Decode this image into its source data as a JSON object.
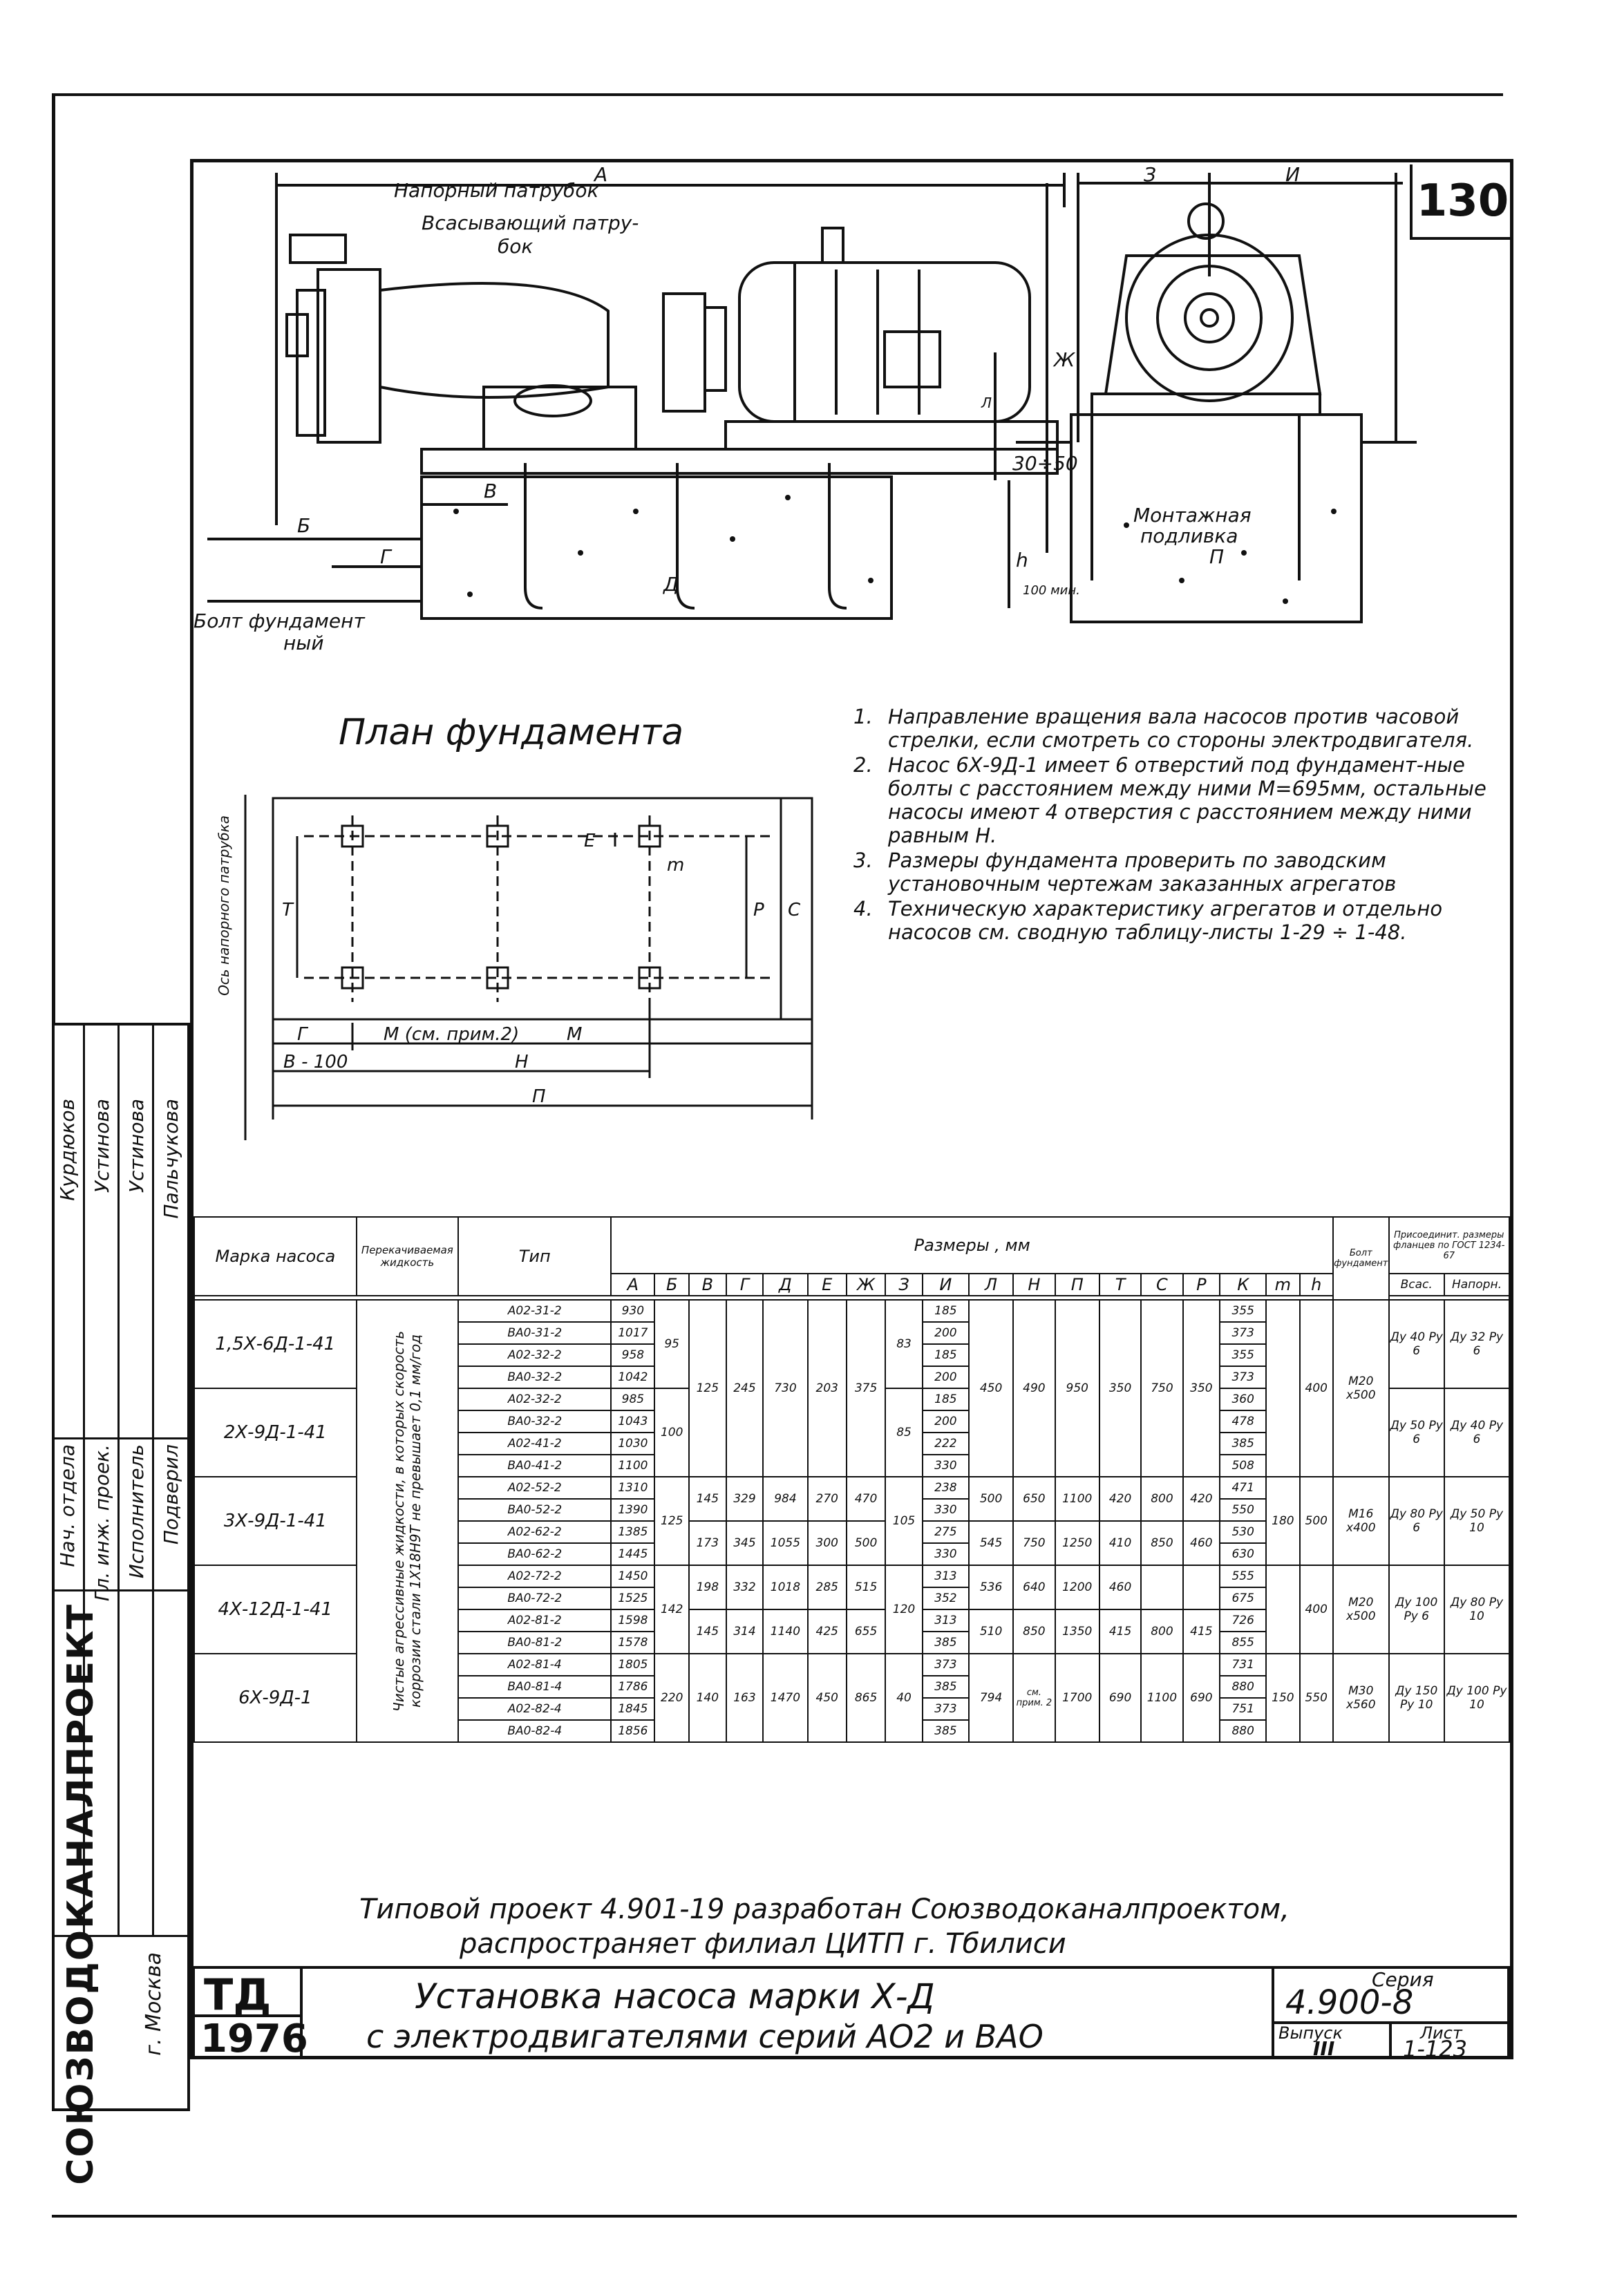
{
  "sheet_number": "130",
  "drawing": {
    "label_pressure_nozzle": "Напорный патрубок",
    "label_suction_nozzle_1": "Всасывающий патру-",
    "label_suction_nozzle_2": "бок",
    "label_foundation_bolt_1": "Болт фундамент",
    "label_foundation_bolt_2": "ный",
    "label_grout_1": "Монтажная",
    "label_grout_2": "подливка",
    "dim_A": "А",
    "dim_B": "Б",
    "dim_V": "В",
    "dim_G": "Г",
    "dim_D": "Д",
    "dim_Zh": "Ж",
    "dim_Z": "З",
    "dim_I": "И",
    "dim_L": "Л",
    "dim_P": "П",
    "dim_h": "h",
    "dim_30_50": "30÷50",
    "dim_100min": "100 мин."
  },
  "plan": {
    "title": "План фундамента",
    "axis_label": "Ось напорного патрубка",
    "dim_G": "Г",
    "dim_M_note": "М (см. прим.2)",
    "dim_M": "М",
    "dim_V100": "В - 100",
    "dim_N": "Н",
    "dim_P": "П",
    "dim_T": "Т",
    "dim_R": "Р",
    "dim_S": "С",
    "dim_E": "Е",
    "dim_m": "m"
  },
  "notes": [
    {
      "num": "1.",
      "text": "Направление вращения вала насосов против часовой стрелки, если смотреть со стороны электродвигателя."
    },
    {
      "num": "2.",
      "text": "Насос 6Х-9Д-1 имеет 6 отверстий под фундамент-ные болты с расстоянием между ними М=695мм, остальные насосы имеют 4 отверстия с расстоянием между ними равным Н."
    },
    {
      "num": "3.",
      "text": "Размеры фундамента проверить по заводским установочным чертежам заказанных агрегатов"
    },
    {
      "num": "4.",
      "text": "Техническую характеристику агрегатов и отдельно насосов см. сводную таблицу-листы 1-29 ÷ 1-48."
    }
  ],
  "signatures": {
    "roles": [
      "Нач. отдела",
      "Гл. инж. проек.",
      "Исполнитель",
      "Подверил"
    ],
    "names": [
      "Курдюков",
      "Устинова",
      "Устинова",
      "Пальчукова"
    ],
    "org": "СОЮЗВОДОКАНАЛПРОЕКТ",
    "city": "г. Москва"
  },
  "table": {
    "col_brand": "Марка насоса",
    "col_liquid": "Перекачиваемая жидкость",
    "col_type": "Тип",
    "col_sizes": "Размеры , мм",
    "col_bolt": "Болт фундамент",
    "col_flanges": "Присоединит. размеры фланцев по ГОСТ 1234-67",
    "col_suction": "Всас.",
    "col_pressure": "Напорн.",
    "dims": [
      "А",
      "Б",
      "В",
      "Г",
      "Д",
      "Е",
      "Ж",
      "З",
      "И",
      "Л",
      "Н",
      "П",
      "Т",
      "С",
      "Р",
      "К",
      "m",
      "h"
    ],
    "liquid_text": "Чистые агрессивные жидкости, в которых скорость коррозии стали 1Х18Н9Т не превышает 0,1 мм/год",
    "groups": [
      {
        "brand": "1,5Х-6Д-1-41",
        "rows": [
          {
            "type": "А02-31-2",
            "A": "930",
            "K": "355"
          },
          {
            "type": "ВА0-31-2",
            "A": "1017",
            "K": "373"
          },
          {
            "type": "А02-32-2",
            "A": "958",
            "K": "355"
          },
          {
            "type": "ВА0-32-2",
            "A": "1042",
            "K": "373"
          }
        ]
      },
      {
        "brand": "2Х-9Д-1-41",
        "rows": [
          {
            "type": "А02-32-2",
            "A": "985",
            "K": "360"
          },
          {
            "type": "ВА0-32-2",
            "A": "1043",
            "K": "478"
          },
          {
            "type": "А02-41-2",
            "A": "1030",
            "K": "385"
          },
          {
            "type": "ВА0-41-2",
            "A": "1100",
            "K": "508"
          }
        ]
      },
      {
        "brand": "3Х-9Д-1-41",
        "rows": [
          {
            "type": "А02-52-2",
            "A": "1310",
            "K": "471"
          },
          {
            "type": "ВА0-52-2",
            "A": "1390",
            "K": "550"
          },
          {
            "type": "А02-62-2",
            "A": "1385",
            "K": "530"
          },
          {
            "type": "ВА0-62-2",
            "A": "1445",
            "K": "630"
          }
        ]
      },
      {
        "brand": "4Х-12Д-1-41",
        "rows": [
          {
            "type": "А02-72-2",
            "A": "1450",
            "K": "555"
          },
          {
            "type": "ВА0-72-2",
            "A": "1525",
            "K": "675"
          },
          {
            "type": "А02-81-2",
            "A": "1598",
            "K": "726"
          },
          {
            "type": "ВА0-81-2",
            "A": "1578",
            "K": "855"
          }
        ]
      },
      {
        "brand": "6Х-9Д-1",
        "rows": [
          {
            "type": "А02-81-4",
            "A": "1805",
            "K": "731"
          },
          {
            "type": "ВА0-81-4",
            "A": "1786",
            "K": "880"
          },
          {
            "type": "А02-82-4",
            "A": "1845",
            "K": "751"
          },
          {
            "type": "ВА0-82-4",
            "A": "1856",
            "K": "880"
          }
        ]
      }
    ],
    "I_vals": [
      "185",
      "200",
      "185",
      "200",
      "185",
      "200",
      "222",
      "330",
      "238",
      "330",
      "275",
      "330",
      "313",
      "352",
      "313",
      "385",
      "373",
      "385",
      "373",
      "385"
    ],
    "B_vals": [
      "95",
      "100",
      "125",
      "142",
      "220"
    ],
    "Z_vals": [
      "83",
      "85",
      "105",
      "120",
      "40"
    ],
    "row_vals": {
      "g12": {
        "V": "125",
        "G": "245",
        "D": "730",
        "E": "203",
        "Zh": "375",
        "L": "450",
        "N": "490",
        "P": "950",
        "T": "350",
        "S": "750",
        "R": "350"
      },
      "g3a": {
        "V": "145",
        "G": "329",
        "D": "984",
        "E": "270",
        "Zh": "470",
        "L": "500",
        "N": "650",
        "P": "1100",
        "T": "420",
        "S": "800",
        "R": "420"
      },
      "g3b": {
        "V": "173",
        "G": "345",
        "D": "1055",
        "E": "300",
        "Zh": "500",
        "L": "545",
        "N": "750",
        "P": "1250",
        "T": "410",
        "S": "850",
        "R": "460"
      },
      "g4a": {
        "V": "198",
        "G": "332",
        "D": "1018",
        "E": "285",
        "Zh": "515",
        "L": "536",
        "N": "640",
        "P": "1200",
        "T": "460"
      },
      "g4b": {
        "V": "145",
        "G": "314",
        "D": "1140",
        "E": "425",
        "Zh": "655",
        "L": "510",
        "N": "850",
        "P": "1350",
        "T": "415",
        "S": "800",
        "R": "415"
      },
      "g5": {
        "V": "140",
        "G": "163",
        "D": "1470",
        "E": "450",
        "Zh": "865",
        "L": "794",
        "N": "см. прим. 2",
        "P": "1700",
        "T": "690",
        "S": "1100",
        "R": "690"
      }
    },
    "m_vals": [
      "180",
      "150"
    ],
    "h_vals": [
      "400",
      "500",
      "400",
      "550"
    ],
    "bolt_vals": [
      "М20 х500",
      "М16 х400",
      "М20 х500",
      "М30 х560"
    ],
    "suction_vals": [
      "Ду 40 Ру 6",
      "Ду 50 Ру 6",
      "Ду 80 Ру 6",
      "Ду 100 Ру 6",
      "Ду 150 Ру 10"
    ],
    "pressure_vals": [
      "Ду 32 Ру 6",
      "Ду 40 Ру 6",
      "Ду 50 Ру 10",
      "Ду 80 Ру 10",
      "Ду 100 Ру 10"
    ]
  },
  "footer": {
    "line1": "Типовой проект 4.901-19 разработан Союзводоканалпроектом,",
    "line2": "распространяет филиал ЦИТП г. Тбилиси"
  },
  "title_block": {
    "td": "ТД",
    "year": "1976",
    "title1": "Установка насоса марки Х-Д",
    "title2": "с электродвигателями серий АО2 и ВАО",
    "series_label": "Серия",
    "series": "4.900-8",
    "issue_label": "Выпуск",
    "issue": "III",
    "sheet_label": "Лист",
    "sheet": "1-123"
  }
}
